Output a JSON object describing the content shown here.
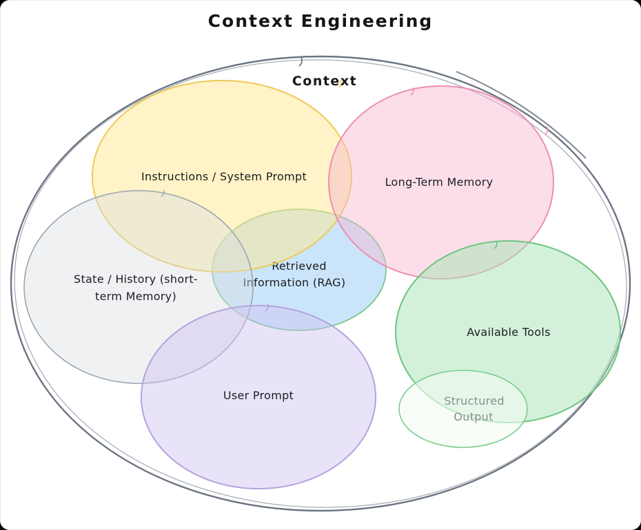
{
  "title": "Context Engineering",
  "diagram": {
    "outer": {
      "label": "Context",
      "stroke": "#6b7482"
    },
    "sets": {
      "rag": {
        "lines": [
          "Retrieved",
          "Information (RAG)"
        ],
        "fill": "#9fd0f5",
        "stroke": "#77c687"
      },
      "instructions": {
        "label": "Instructions / System Prompt",
        "fill": "#ffe88f",
        "stroke": "#edca55"
      },
      "state_history": {
        "lines": [
          "State / History (short-",
          "term Memory)"
        ],
        "fill": "#d9dde2",
        "stroke": "#9ba6b2"
      },
      "long_term_memory": {
        "label": "Long-Term Memory",
        "fill": "#f7b5cf",
        "stroke": "#ef8db4"
      },
      "available_tools": {
        "label": "Available Tools",
        "fill": "#abe5b8",
        "stroke": "#6cc57e"
      },
      "structured_output": {
        "lines": [
          "Structured",
          "Output"
        ],
        "fill": "#f3fbf4",
        "stroke": "#7ccc8c",
        "text_color": "#878e90"
      },
      "user_prompt": {
        "label": "User Prompt",
        "fill": "#cfc0f1",
        "stroke": "#b5a1de"
      }
    }
  }
}
